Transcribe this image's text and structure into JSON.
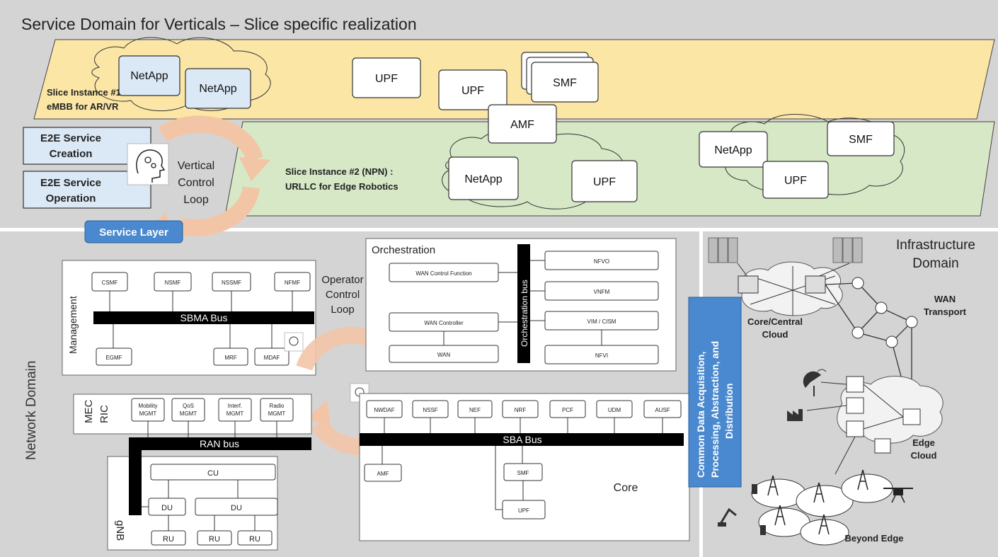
{
  "service_domain": {
    "title": "Service Domain for Verticals – Slice specific realization",
    "slice1": {
      "line1": "Slice Instance #1:",
      "line2": "eMBB for AR/VR"
    },
    "slice2": {
      "line1": "Slice Instance #2 (NPN) :",
      "line2": "URLLC for Edge Robotics"
    },
    "netapp": "NetApp",
    "upf": "UPF",
    "smf": "SMF",
    "amf": "AMF",
    "e2e_creation": {
      "line1": "E2E Service",
      "line2": "Creation"
    },
    "e2e_operation": {
      "line1": "E2E Service",
      "line2": "Operation"
    },
    "vertical_loop": {
      "line1": "Vertical",
      "line2": "Control",
      "line3": "Loop"
    },
    "service_layer": "Service Layer"
  },
  "network_domain": {
    "title": "Network Domain",
    "management": {
      "label": "Management",
      "top": [
        "CSMF",
        "NSMF",
        "NSSMF",
        "NFMF"
      ],
      "bus": "SBMA Bus",
      "bottom": [
        "EGMF",
        "MRF",
        "MDAF"
      ]
    },
    "operator_loop": {
      "line1": "Operator",
      "line2": "Control",
      "line3": "Loop"
    },
    "orchestration": {
      "title": "Orchestration",
      "bus": "Orchestration bus",
      "left": [
        "WAN Control Function",
        "WAN Controller",
        "WAN"
      ],
      "right": [
        "NFVO",
        "VNFM",
        "VIM / CISM",
        "NFVI"
      ]
    },
    "mec_ric": {
      "label1": "MEC",
      "label2": "RIC",
      "items": [
        {
          "line1": "Mobility",
          "line2": "MGMT"
        },
        {
          "line1": "QoS",
          "line2": "MGMT"
        },
        {
          "line1": "Interf.",
          "line2": "MGMT"
        },
        {
          "line1": "Radio",
          "line2": "MGMT"
        }
      ],
      "bus": "RAN bus"
    },
    "gnb": {
      "label": "gNB",
      "cu": "CU",
      "du": "DU",
      "ru": "RU"
    },
    "core": {
      "label": "Core",
      "functions": [
        "NWDAF",
        "NSSF",
        "NEF",
        "NRF",
        "PCF",
        "UDM",
        "AUSF"
      ],
      "bus": "SBA Bus",
      "amf": "AMF",
      "smf": "SMF",
      "upf": "UPF"
    }
  },
  "infrastructure_domain": {
    "title_line1": "Infrastructure",
    "title_line2": "Domain",
    "common_data": {
      "line1": "Common Data Acquisition,",
      "line2": "Processing, Abstraction, and",
      "line3": "Distribution"
    },
    "core_cloud": {
      "line1": "Core/Central",
      "line2": "Cloud"
    },
    "wan_transport": {
      "line1": "WAN",
      "line2": "Transport"
    },
    "edge_cloud": {
      "line1": "Edge",
      "line2": "Cloud"
    },
    "beyond_edge": "Beyond Edge"
  },
  "colors": {
    "slice1_fill": "#fbe6a6",
    "slice2_fill": "#d6e8c6",
    "panel_gray": "#d4d4d4",
    "service_layer": "#4a89cf",
    "common_data": "#4a89cf",
    "loop_arrow": "#f3c5a7"
  }
}
